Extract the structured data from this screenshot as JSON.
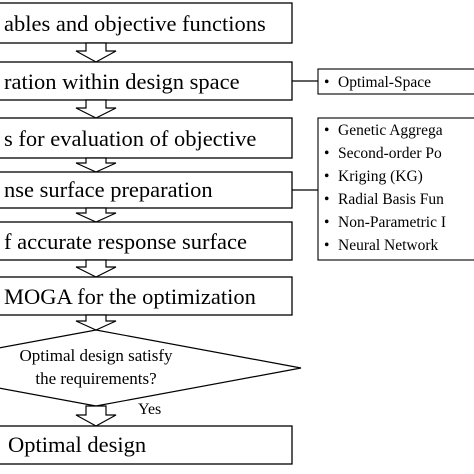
{
  "steps": [
    {
      "label": "ables and objective functions"
    },
    {
      "label": "ration within design space"
    },
    {
      "label": "s for evaluation of objective"
    },
    {
      "label": "nse surface preparation"
    },
    {
      "label": "f accurate response surface"
    },
    {
      "label": "MOGA for the optimization"
    }
  ],
  "decision": {
    "line1": "Optimal design satisfy",
    "line2": "the requirements?",
    "yes_label": "Yes"
  },
  "final_step": {
    "label": "Optimal design"
  },
  "side_note_single": {
    "bullet": "•",
    "text": "Optimal-Space"
  },
  "side_note_list": {
    "bullet": "•",
    "items": [
      "Genetic Aggrega",
      "Second-order Po",
      "Kriging (KG)",
      "Radial Basis Fun",
      "Non-Parametric I",
      "Neural Network"
    ]
  }
}
